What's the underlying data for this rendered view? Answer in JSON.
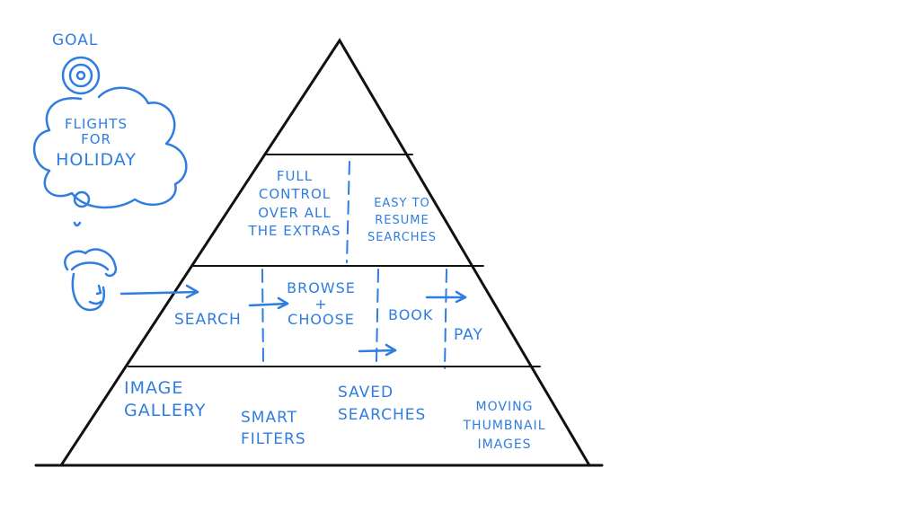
{
  "colors": {
    "ink": "#111111",
    "accent": "#2f7de1"
  },
  "persona": {
    "goal_label": "GOAL",
    "goal_icon": "target-icon",
    "thought": [
      "FLIGHTS",
      "FOR",
      "HOLIDAY"
    ],
    "user_icon": "person-head-icon"
  },
  "pyramid": {
    "level_top": {
      "left": [
        "FULL",
        "CONTROL",
        "OVER ALL",
        "THE EXTRAS"
      ],
      "right": [
        "EASY TO",
        "RESUME",
        "SEARCHES"
      ]
    },
    "level_middle": {
      "steps": [
        "SEARCH",
        "BROWSE\n+\nCHOOSE",
        "BOOK",
        "PAY"
      ]
    },
    "level_bottom": {
      "features": [
        "IMAGE\nGALLERY",
        "SMART\nFILTERS",
        "SAVED\nSEARCHES",
        "MOVING\nTHUMBNAIL\nIMAGES"
      ]
    }
  }
}
